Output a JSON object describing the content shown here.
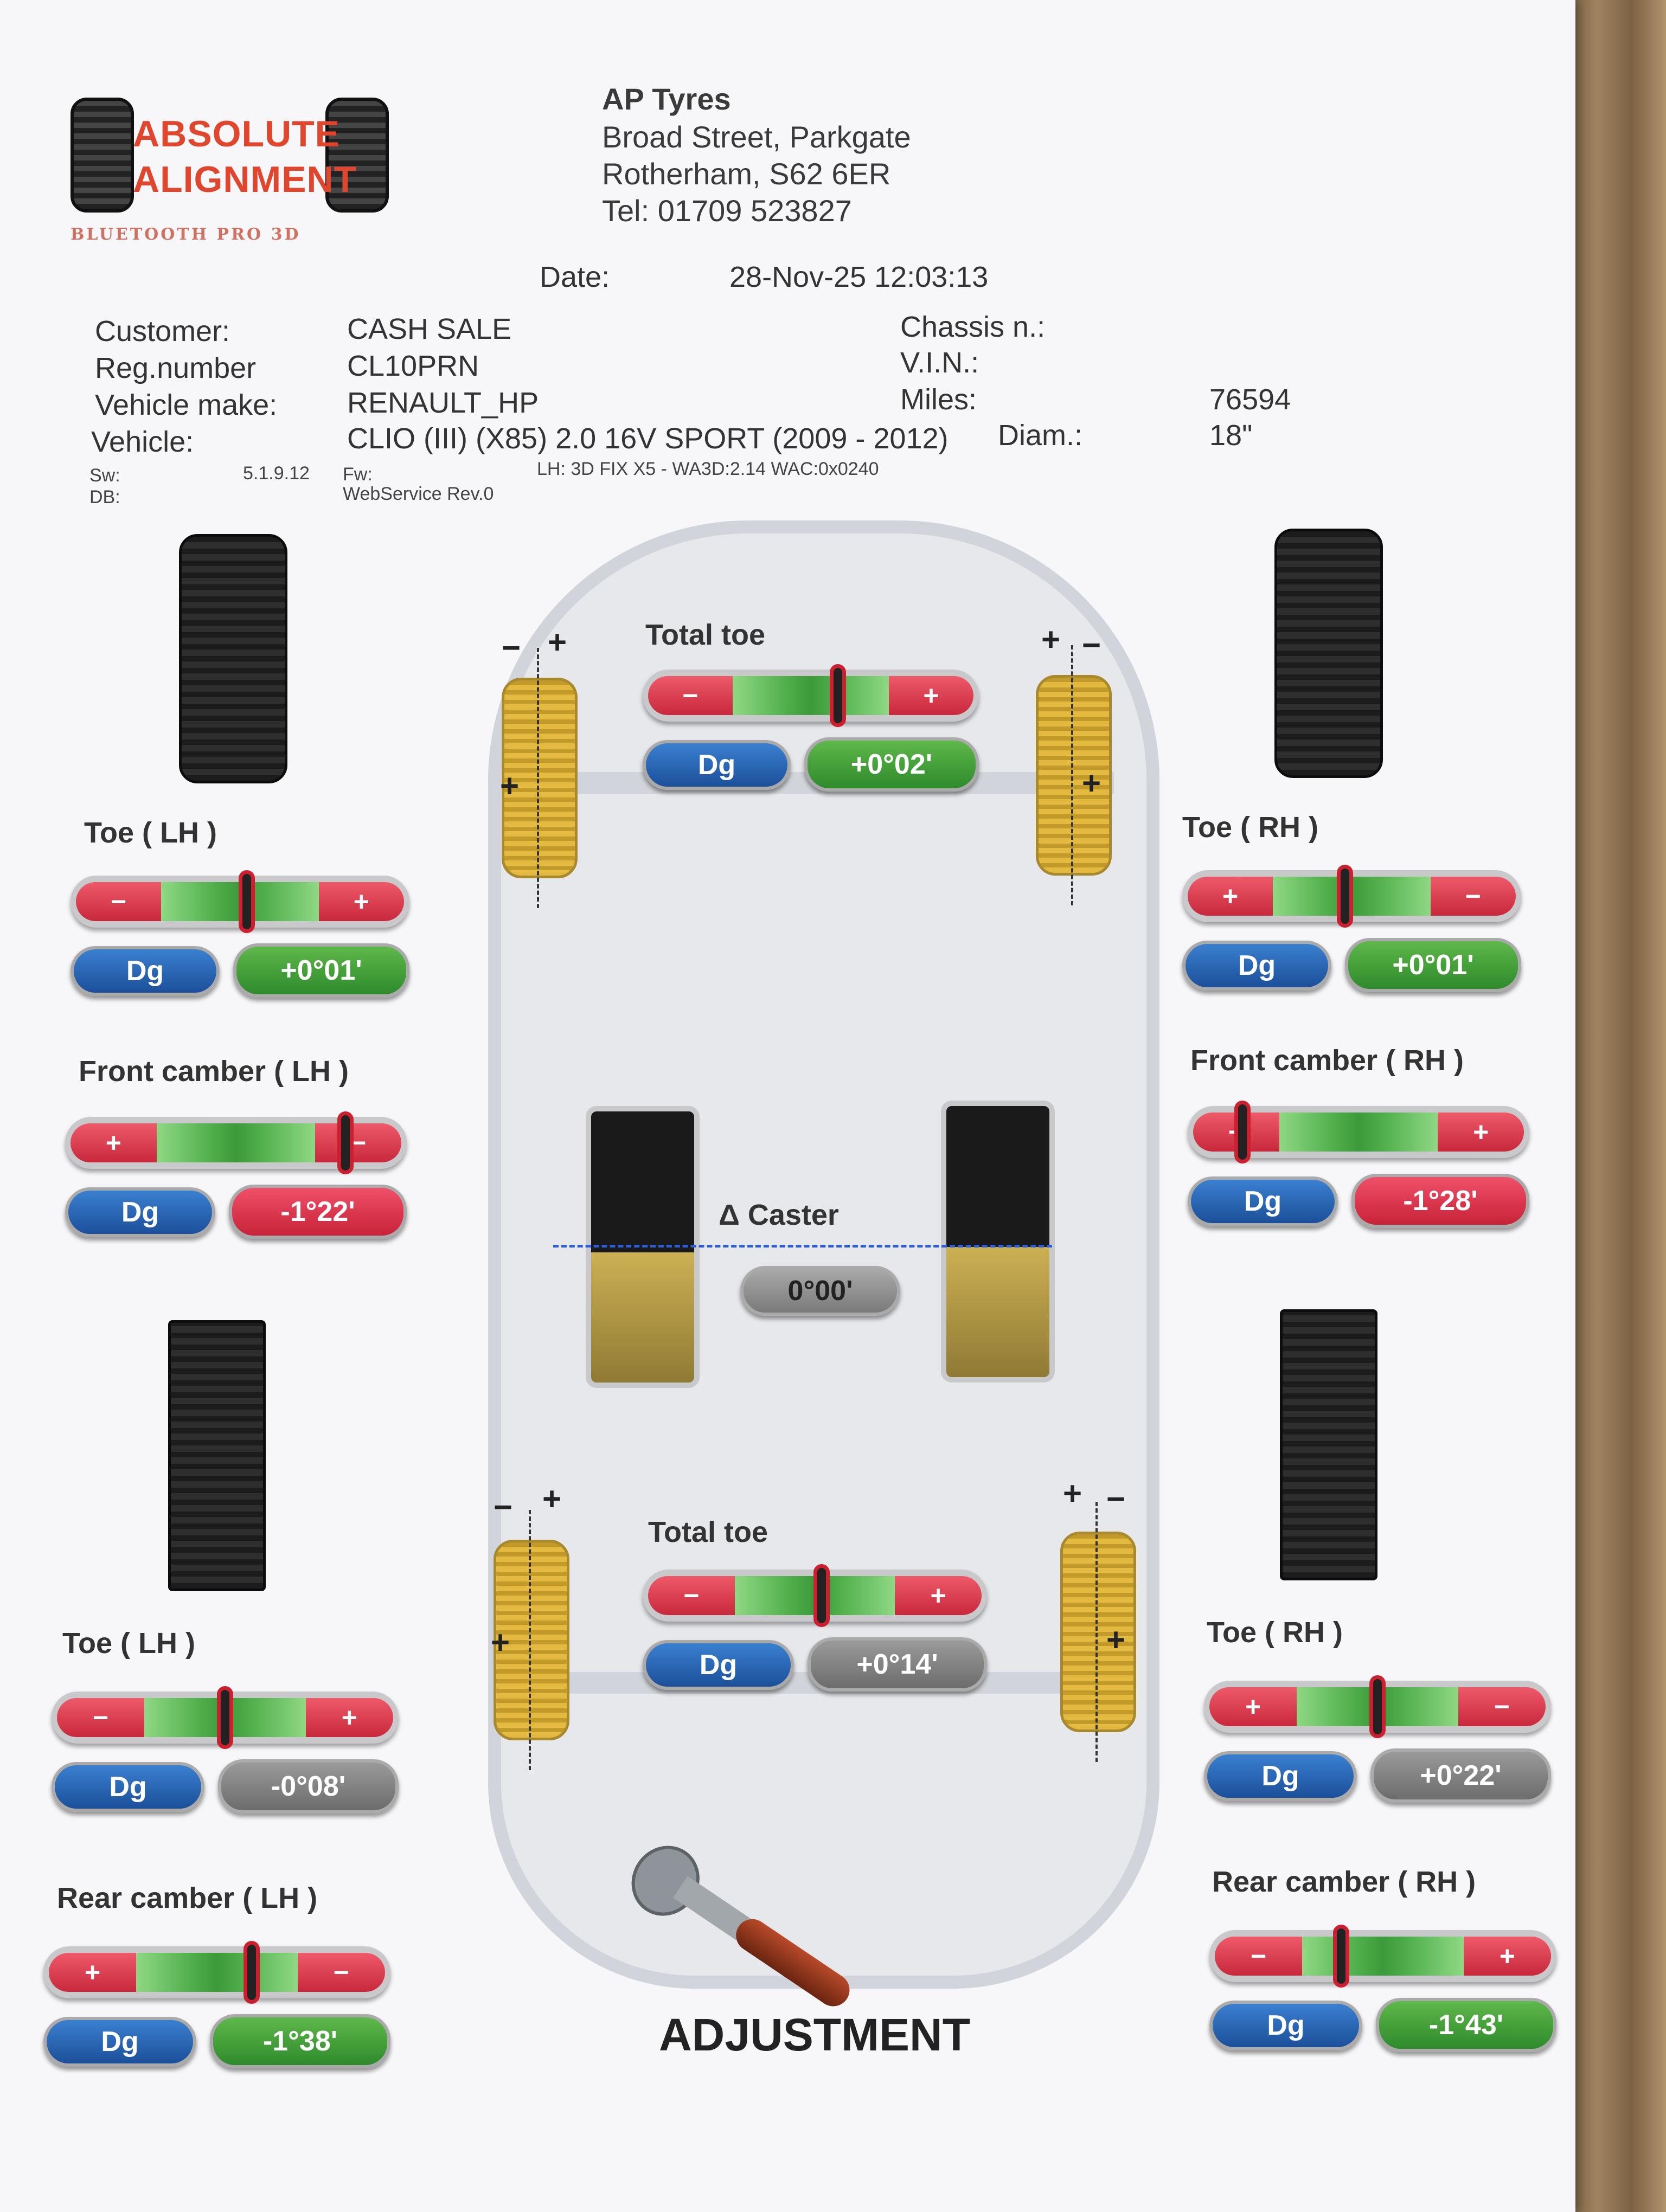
{
  "logo": {
    "line1": "ABSOLUTE",
    "line2": "ALIGNMENT",
    "tagline": "BLUETOOTH PRO 3D"
  },
  "company": {
    "name": "AP Tyres",
    "address1": "Broad Street, Parkgate",
    "address2": "Rotherham, S62 6ER",
    "tel": "Tel: 01709 523827"
  },
  "date": {
    "label": "Date:",
    "value": "28-Nov-25  12:03:13"
  },
  "info": {
    "customer_label": "Customer:",
    "customer": "CASH SALE",
    "reg_label": "Reg.number",
    "reg": "CL10PRN",
    "make_label": "Vehicle make:",
    "make": "RENAULT_HP",
    "vehicle_label": "Vehicle:",
    "vehicle": "CLIO (III) (X85) 2.0 16V SPORT (2009 - 2012)",
    "chassis_label": "Chassis n.:",
    "chassis": "",
    "vin_label": "V.I.N.:",
    "vin": "",
    "miles_label": "Miles:",
    "miles": "76594",
    "diam_label": "Diam.:",
    "diam": "18\"",
    "sw_label": "Sw:",
    "sw": "5.1.9.12",
    "db_label": "DB:",
    "fw_label": "Fw:",
    "fw": "WebService Rev.0",
    "lh_info": "LH: 3D FIX X5 - WA3D:2.14 WAC:0x0240"
  },
  "front": {
    "total_toe": {
      "title": "Total toe",
      "unit": "Dg",
      "value": "+0°02'",
      "left_sign": "−",
      "right_sign": "+",
      "position": 0.58,
      "state": "green"
    },
    "toe_lh": {
      "title": "Toe ( LH )",
      "unit": "Dg",
      "value": "+0°01'",
      "left_sign": "−",
      "right_sign": "+",
      "position": 0.52,
      "state": "green"
    },
    "toe_rh": {
      "title": "Toe ( RH )",
      "unit": "Dg",
      "value": "+0°01'",
      "left_sign": "+",
      "right_sign": "−",
      "position": 0.48,
      "state": "green"
    },
    "camber_lh": {
      "title": "Front camber ( LH )",
      "unit": "Dg",
      "value": "-1°22'",
      "left_sign": "+",
      "right_sign": "−",
      "position": 0.82,
      "state": "red"
    },
    "camber_rh": {
      "title": "Front camber ( RH )",
      "unit": "Dg",
      "value": "-1°28'",
      "left_sign": "−",
      "right_sign": "+",
      "position": 0.16,
      "state": "red"
    }
  },
  "caster": {
    "title": "Δ Caster",
    "value": "0°00'"
  },
  "rear": {
    "total_toe": {
      "title": "Total toe",
      "unit": "Dg",
      "value": "+0°14'",
      "left_sign": "−",
      "right_sign": "+",
      "position": 0.52,
      "state": "grey"
    },
    "toe_lh": {
      "title": "Toe ( LH )",
      "unit": "Dg",
      "value": "-0°08'",
      "left_sign": "−",
      "right_sign": "+",
      "position": 0.5,
      "state": "grey"
    },
    "toe_rh": {
      "title": "Toe ( RH )",
      "unit": "Dg",
      "value": "+0°22'",
      "left_sign": "+",
      "right_sign": "−",
      "position": 0.5,
      "state": "grey"
    },
    "camber_lh": {
      "title": "Rear camber ( LH )",
      "unit": "Dg",
      "value": "-1°38'",
      "left_sign": "+",
      "right_sign": "−",
      "position": 0.6,
      "state": "green"
    },
    "camber_rh": {
      "title": "Rear camber ( RH )",
      "unit": "Dg",
      "value": "-1°43'",
      "left_sign": "−",
      "right_sign": "+",
      "position": 0.38,
      "state": "green"
    }
  },
  "wheel_signs": {
    "minus": "−",
    "plus": "+"
  },
  "footer": {
    "label": "ADJUSTMENT"
  },
  "icons": [
    "tyre-icon",
    "wrench-icon",
    "car-outline"
  ]
}
